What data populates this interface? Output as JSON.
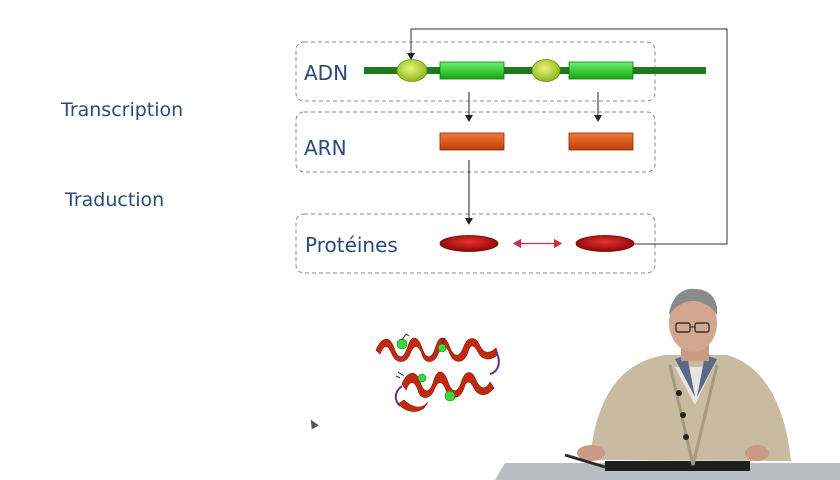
{
  "left_labels": {
    "transcription": "Transcription",
    "traduction": "Traduction"
  },
  "boxes": {
    "adn": "ADN",
    "arn": "ARN",
    "proteines": "Protéines"
  },
  "colors": {
    "label_blue": "#2b4a7a",
    "dna_strand": "#1f7a1f",
    "gene": "#2fd02f",
    "regulator": "#b8e03a",
    "rna": "#e0531a",
    "protein": "#c81010",
    "interaction_arrow": "#d0304a"
  },
  "icons": {
    "protein_structure": "alpha-helix-protein-ribbon",
    "presenter": "presenter-video-feed",
    "cursor": "mouse-pointer-icon"
  }
}
